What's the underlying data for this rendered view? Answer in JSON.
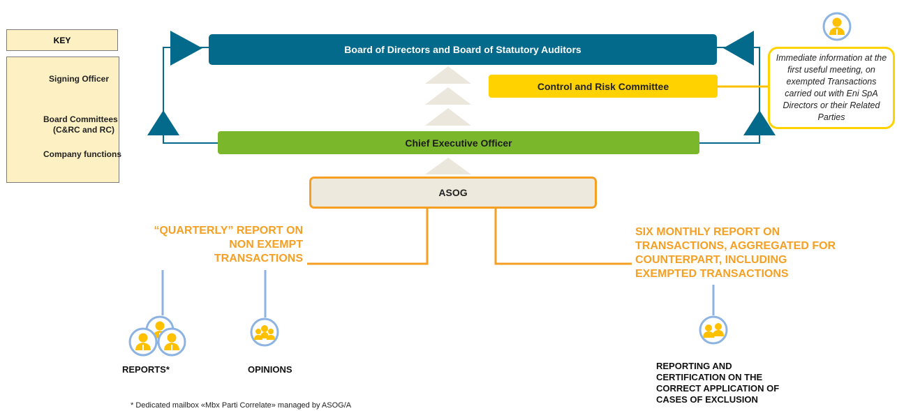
{
  "key": {
    "title": "KEY",
    "items": [
      {
        "icon": "signing-officer-icon",
        "label": "Signing Officer"
      },
      {
        "icon": "board-committees-icon",
        "label_line1": "Board Committees",
        "label_line2": "(C&RC and RC)"
      },
      {
        "icon": "company-functions-icon",
        "label": "Company functions"
      }
    ]
  },
  "boxes": {
    "board": "Board of Directors and Board of Statutory Auditors",
    "crc": "Control and Risk Committee",
    "ceo": "Chief Executive Officer",
    "asog": "ASOG"
  },
  "callout": {
    "text": "Immediate information at the first useful meeting, on exempted Transactions carried out with Eni SpA Directors or their Related Parties"
  },
  "reports": {
    "quarterly": [
      "“QUARTERLY” REPORT ON",
      "NON EXEMPT",
      "TRANSACTIONS"
    ],
    "six_monthly": [
      "SIX MONTHLY REPORT ON",
      "TRANSACTIONS, AGGREGATED FOR",
      "COUNTERPART, INCLUDING",
      "EXEMPTED TRANSACTIONS"
    ]
  },
  "outputs": {
    "reports": "REPORTS*",
    "opinions": "OPINIONS",
    "reporting": [
      "REPORTING AND",
      "CERTIFICATION ON THE",
      "CORRECT APPLICATION OF",
      "CASES OF EXCLUSION"
    ]
  },
  "footnote": "* Dedicated mailbox «Mbx Parti Correlate» managed by ASOG/A",
  "colors": {
    "board": "#046a8b",
    "crc": "#ffd200",
    "ceo": "#7bb72b",
    "asog_fill": "#ede9dd",
    "accent_orange": "#f5a025",
    "icon_yellow": "#ffc000",
    "icon_ring": "#8db3e2"
  }
}
